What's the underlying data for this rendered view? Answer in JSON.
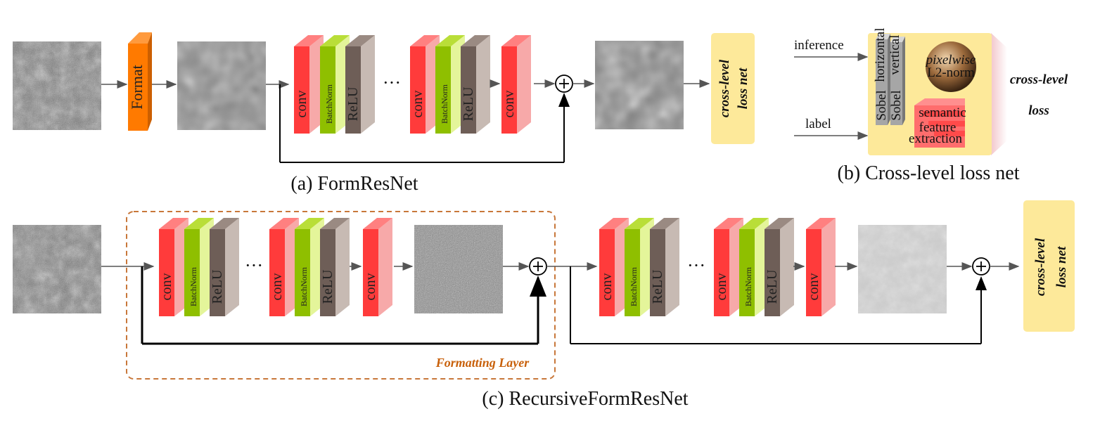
{
  "captions": {
    "a": "(a) FormResNet",
    "b": "(b) Cross-level loss net",
    "c": "(c) RecursiveFormResNet"
  },
  "blocks": {
    "format": "Format",
    "conv": "conv",
    "batchnorm": "BatchNorm",
    "relu": "ReLU",
    "ellipsis": "···",
    "sum": "+"
  },
  "loss_box": {
    "line1": "cross-level",
    "line2": "loss net"
  },
  "panel_b": {
    "input_inference": "inference",
    "input_label": "label",
    "sobel": "Sobel",
    "sobel_horizontal": "horizontal",
    "sobel_vertical": "vertical",
    "pixelwise": "pixelwise",
    "l2_norm": "L2-norm",
    "semantic": "semantic",
    "feature": "feature",
    "extraction": "extraction",
    "output_line1": "cross-level",
    "output_line2": "loss"
  },
  "formatting_layer_label": "Formatting Layer",
  "colors": {
    "conv": "#ff3b3b",
    "batchnorm": "#a6d600",
    "relu": "#7a6a62",
    "format": "#ff7a00",
    "loss_box": "#fde99a",
    "dashed_border": "#c8773a",
    "formatting_text": "#c8600a"
  }
}
